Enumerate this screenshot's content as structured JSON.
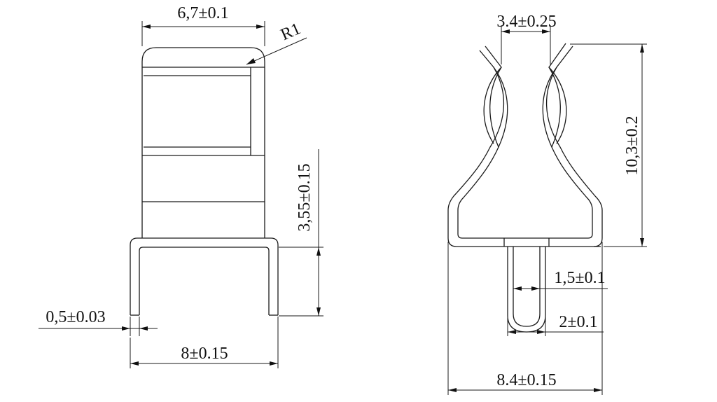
{
  "front_view": {
    "width_top": "6,7±0.1",
    "radius": "R1",
    "height_leg": "3,55±0.15",
    "thickness": "0,5±0.03",
    "width_bottom": "8±0.15"
  },
  "side_view": {
    "width_top": "3.4±0.25",
    "height": "10,3±0.2",
    "pin_width": "1,5±0.1",
    "pin_outer": "2±0.1",
    "width_bottom": "8.4±0.15"
  }
}
